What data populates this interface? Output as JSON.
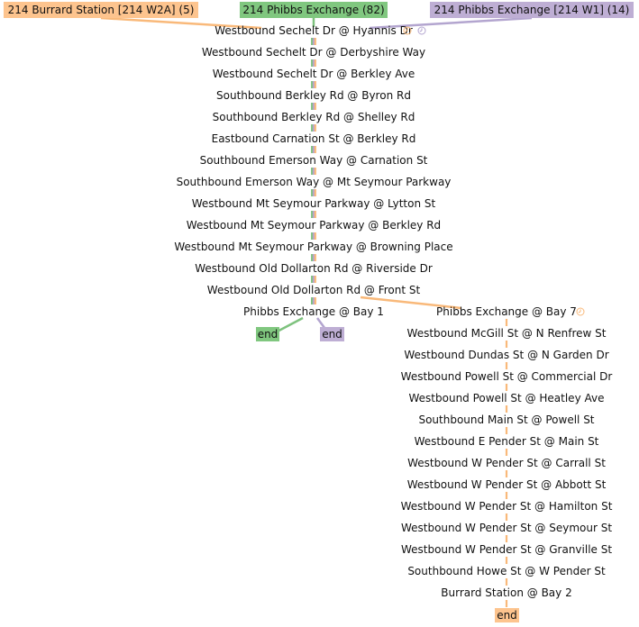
{
  "routes": [
    {
      "key": "w2a",
      "label": "214 Burrard Station [214 W2A] (5)",
      "color": "#f9b97a",
      "bg": "#fdc48e"
    },
    {
      "key": "main",
      "label": "214 Phibbs Exchange (82)",
      "color": "#7ec27e",
      "bg": "#80c77f"
    },
    {
      "key": "w1",
      "label": "214 Phibbs Exchange [214 W1] (14)",
      "color": "#b3a5cf",
      "bg": "#beaed4"
    }
  ],
  "icon_names": [
    "orange-clock-icon",
    "purple-clock-icon",
    "orange-clock-icon"
  ],
  "main_stops": [
    "Westbound Sechelt Dr @ Hyannis Dr",
    "Westbound Sechelt Dr @ Derbyshire Way",
    "Westbound Sechelt Dr @ Berkley Ave",
    "Southbound Berkley Rd @ Byron Rd",
    "Southbound Berkley Rd @ Shelley Rd",
    "Eastbound Carnation St @ Berkley Rd",
    "Southbound Emerson Way @ Carnation St",
    "Southbound Emerson Way @ Mt Seymour Parkway",
    "Westbound Mt Seymour Parkway @ Lytton St",
    "Westbound Mt Seymour Parkway @ Berkley Rd",
    "Westbound Mt Seymour Parkway @ Browning Place",
    "Westbound Old Dollarton Rd @ Riverside Dr",
    "Westbound Old Dollarton Rd @ Front St",
    "Phibbs Exchange @ Bay 1"
  ],
  "branch_stops": [
    "Phibbs Exchange @ Bay 7",
    "Westbound McGill St @ N Renfrew St",
    "Westbound Dundas St @ N Garden Dr",
    "Westbound Powell St @ Commercial Dr",
    "Westbound Powell St @ Heatley Ave",
    "Southbound Main St @ Powell St",
    "Westbound E Pender St @ Main St",
    "Westbound W Pender St @ Carrall St",
    "Westbound W Pender St @ Abbott St",
    "Westbound W Pender St @ Hamilton St",
    "Westbound W Pender St @ Seymour St",
    "Westbound W Pender St @ Granville St",
    "Southbound Howe St @ W Pender St",
    "Burrard Station @ Bay 2"
  ],
  "end_label": "end",
  "end_colors": [
    "#80c77f",
    "#beaed4",
    "#fdc48e"
  ]
}
